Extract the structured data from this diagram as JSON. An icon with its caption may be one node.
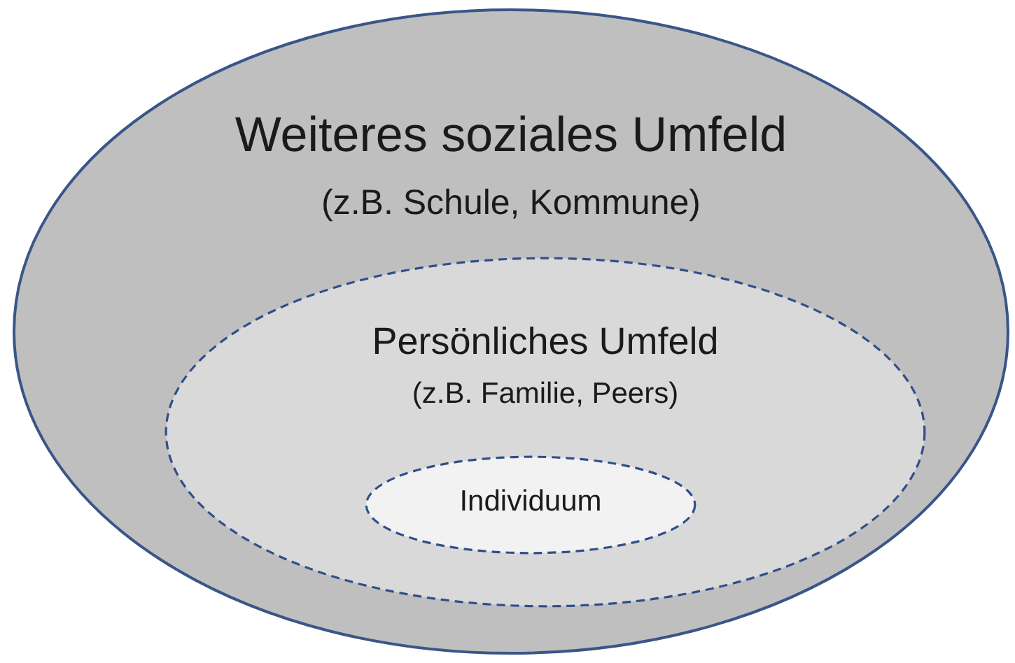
{
  "diagram": {
    "nodes": [
      {
        "text": [
          "Weiteres soziales Umfeld",
          "(z.B. Schule, Kommune)"
        ]
      },
      {
        "text": [
          "Persönliches Umfeld",
          "(z.B. Familie, Peers)"
        ],
        "in": 0
      },
      {
        "text": [
          "Individuum"
        ],
        "in": 1
      }
    ]
  }
}
